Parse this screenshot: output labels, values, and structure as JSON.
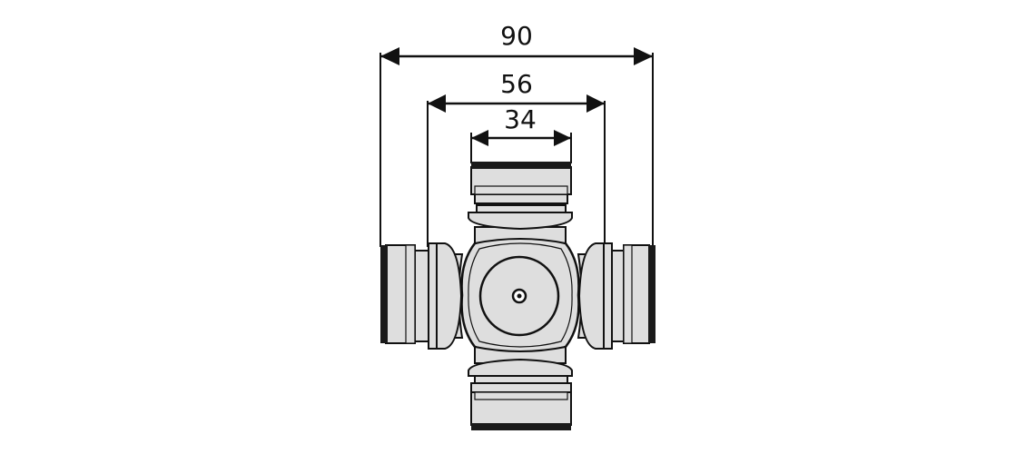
{
  "dimensions": {
    "overall": "90",
    "middle": "56",
    "inner": "34"
  },
  "colors": {
    "line": "#111111",
    "body_fill": "#dedede",
    "cap_band": "#1a1a1a",
    "background": "#ffffff"
  }
}
